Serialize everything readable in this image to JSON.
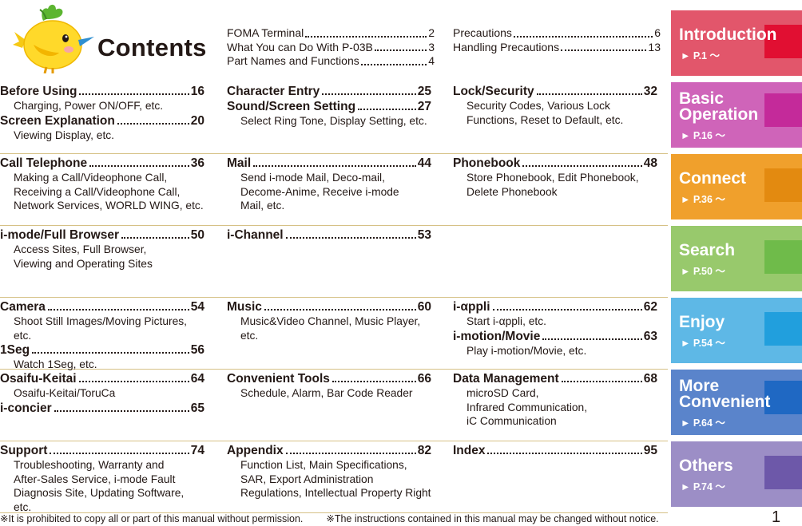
{
  "title": "Contents",
  "intro_links": [
    {
      "label": "FOMA Terminal",
      "page": "2"
    },
    {
      "label": "What You can Do With P-03B",
      "page": "3"
    },
    {
      "label": "Part Names and Functions",
      "page": "4"
    },
    {
      "label": "Precautions",
      "page": "6"
    },
    {
      "label": "Handling Precautions",
      "page": "13"
    }
  ],
  "sections": [
    {
      "name": "intro",
      "cols": [
        [
          {
            "title": "Before Using",
            "page": "16",
            "sub": [
              "Charging, Power ON/OFF, etc."
            ]
          },
          {
            "title": "Screen Explanation",
            "page": "20",
            "sub": [
              "Viewing Display, etc."
            ]
          }
        ],
        [
          {
            "title": "Character Entry",
            "page": "25",
            "sub": []
          },
          {
            "title": "Sound/Screen Setting",
            "page": "27",
            "sub": [
              "Select Ring Tone, Display Setting, etc."
            ]
          }
        ],
        [
          {
            "title": "Lock/Security",
            "page": "32",
            "sub": [
              "Security Codes, Various Lock",
              "Functions, Reset to Default, etc."
            ]
          }
        ]
      ]
    },
    {
      "name": "connect",
      "cols": [
        [
          {
            "title": "Call Telephone",
            "page": "36",
            "sub": [
              "Making a Call/Videophone Call,",
              "Receiving a Call/Videophone Call,",
              "Network Services, WORLD WING, etc."
            ]
          }
        ],
        [
          {
            "title": "Mail",
            "page": "44",
            "sub": [
              "Send i-mode Mail, Deco-mail,",
              "Decome-Anime, Receive i-mode",
              "Mail, etc."
            ]
          }
        ],
        [
          {
            "title": "Phonebook",
            "page": "48",
            "sub": [
              "Store Phonebook, Edit Phonebook,",
              "Delete Phonebook"
            ]
          }
        ]
      ]
    },
    {
      "name": "search",
      "cols": [
        [
          {
            "title": "i-mode/Full Browser",
            "page": "50",
            "sub": [
              "Access Sites, Full Browser,",
              "Viewing and Operating Sites"
            ]
          }
        ],
        [
          {
            "title": "i-Channel",
            "page": "53",
            "sub": []
          }
        ],
        []
      ]
    },
    {
      "name": "enjoy",
      "cols": [
        [
          {
            "title": "Camera",
            "page": "54",
            "sub": [
              "Shoot Still Images/Moving Pictures, etc."
            ]
          },
          {
            "title": "1Seg",
            "page": "56",
            "sub": [
              "Watch 1Seg, etc."
            ]
          }
        ],
        [
          {
            "title": "Music",
            "page": "60",
            "sub": [
              "Music&Video Channel, Music Player,",
              "etc."
            ]
          }
        ],
        [
          {
            "title": "i-αppli",
            "page": "62",
            "sub": [
              "Start i-αppli, etc."
            ]
          },
          {
            "title": "i-motion/Movie",
            "page": "63",
            "sub": [
              "Play i-motion/Movie, etc."
            ]
          }
        ]
      ]
    },
    {
      "name": "more",
      "cols": [
        [
          {
            "title": "Osaifu-Keitai",
            "page": "64",
            "sub": [
              "Osaifu-Keitai/ToruCa"
            ]
          },
          {
            "title": "i-concier",
            "page": "65",
            "sub": []
          }
        ],
        [
          {
            "title": "Convenient Tools",
            "page": "66",
            "sub": [
              "Schedule, Alarm, Bar Code Reader"
            ]
          }
        ],
        [
          {
            "title": "Data Management",
            "page": "68",
            "sub": [
              "microSD Card,",
              "Infrared Communication,",
              "iC Communication"
            ]
          }
        ]
      ]
    },
    {
      "name": "others",
      "cols": [
        [
          {
            "title": "Support",
            "page": "74",
            "sub": [
              "Troubleshooting, Warranty and",
              "After-Sales Service, i-mode Fault",
              "Diagnosis Site, Updating Software, etc."
            ]
          }
        ],
        [
          {
            "title": "Appendix",
            "page": "82",
            "sub": [
              "Function List, Main Specifications,",
              "SAR, Export Administration",
              "Regulations, Intellectual Property Right"
            ]
          }
        ],
        [
          {
            "title": "Index",
            "page": "95",
            "sub": []
          }
        ]
      ]
    }
  ],
  "side_tabs": [
    {
      "title": [
        "Introduction"
      ],
      "ref": "► P.1 ～",
      "bg": "#e2566b",
      "box": "#e10f32"
    },
    {
      "title": [
        "Basic",
        "Operation"
      ],
      "ref": "► P.16 ～",
      "bg": "#cf64b9",
      "box": "#c42a9a"
    },
    {
      "title": [
        "Connect"
      ],
      "ref": "► P.36 ～",
      "bg": "#f0a02c",
      "box": "#e38a10"
    },
    {
      "title": [
        "Search"
      ],
      "ref": "► P.50 ～",
      "bg": "#98c96c",
      "box": "#6fbb4a"
    },
    {
      "title": [
        "Enjoy"
      ],
      "ref": "► P.54 ～",
      "bg": "#5eb8e6",
      "box": "#219fdd"
    },
    {
      "title": [
        "More",
        "Convenient"
      ],
      "ref": "► P.64 ～",
      "bg": "#5a84cb",
      "box": "#1f68c3"
    },
    {
      "title": [
        "Others"
      ],
      "ref": "► P.74 ～",
      "bg": "#9c8ec6",
      "box": "#6d58a9"
    }
  ],
  "footer": {
    "note1": "※It is prohibited to copy all or part of this manual without permission.",
    "note2": "※The instructions contained in this manual may be changed without notice.",
    "page_number": "1"
  }
}
